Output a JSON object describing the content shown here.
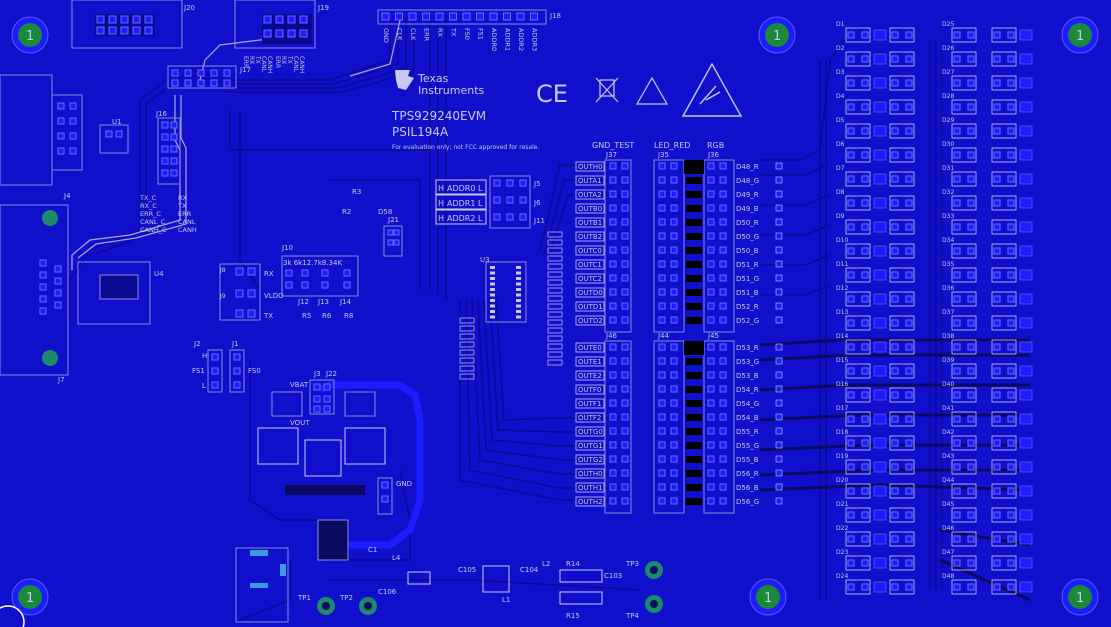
{
  "logo": {
    "company_line1": "Texas",
    "company_line2": "Instruments"
  },
  "board": {
    "part_number": "TPS929240EVM",
    "pcb_id": "PSIL194A",
    "disclaimer": "For evaluation only; not FCC approved for resale."
  },
  "marks": {
    "ce": "CE"
  },
  "mounting_hole_label": "1",
  "headers_top": [
    {
      "ref": "J20"
    },
    {
      "ref": "J19"
    },
    {
      "ref": "J18"
    },
    {
      "ref": "J17"
    },
    {
      "ref": "J16"
    }
  ],
  "j18_pins": [
    "GND",
    "CLK",
    "CLK",
    "ERR",
    "RX",
    "TX",
    "FS0",
    "FS1",
    "ADDR0",
    "ADDR1",
    "ADDR2",
    "ADDR3"
  ],
  "j17_labels": [
    "ERR",
    "RX",
    "TX",
    "CANL",
    "CANH"
  ],
  "j19_labels": [
    "ERR",
    "RX",
    "TX",
    "CANL",
    "CANH"
  ],
  "j16_labels": [
    "TX_C",
    "RX_C",
    "ERR_C",
    "CANL_C",
    "CANH_C",
    "RX",
    "TX",
    "ERR",
    "CANL",
    "CANH"
  ],
  "addr_labels": [
    "ADDR0",
    "ADDR1",
    "ADDR2"
  ],
  "addr_side": {
    "h": "H",
    "l": "L"
  },
  "addr_headers": [
    "J5",
    "J6",
    "J11"
  ],
  "column_headers": {
    "gnd_test": "GND_TEST",
    "led_red": "LED_RED",
    "rgb": "RGB"
  },
  "header_refs": {
    "j37": "J37",
    "j35": "J35",
    "j36": "J36",
    "j46": "J46",
    "j44": "J44",
    "j45": "J45"
  },
  "outputs_top": [
    "OUTH0",
    "OUTA1",
    "OUTA2",
    "OUTB0",
    "OUTB1",
    "OUTB2",
    "OUTC0",
    "OUTC1",
    "OUTC2",
    "OUTD0",
    "OUTD1",
    "OUTD2"
  ],
  "outputs_bottom": [
    "OUTE0",
    "OUTE1",
    "OUTE2",
    "OUTF0",
    "OUTF1",
    "OUTF2",
    "OUTG0",
    "OUTG1",
    "OUTG2",
    "OUTH0",
    "OUTH1",
    "OUTH2"
  ],
  "rgb_top": [
    "D48_R",
    "D48_G",
    "D49_R",
    "D49_B",
    "D50_R",
    "D50_G",
    "D50_B",
    "D51_R",
    "D51_G",
    "D51_B",
    "D52_R",
    "D52_G"
  ],
  "rgb_bottom": [
    "D53_R",
    "D53_G",
    "D53_B",
    "D54_R",
    "D54_G",
    "D54_B",
    "D55_R",
    "D55_G",
    "D55_B",
    "D56_R",
    "D56_B",
    "D56_G"
  ],
  "small_labels": {
    "u1": "U1",
    "u3": "U3",
    "u4": "U4",
    "j4": "J4",
    "j7": "J7",
    "j3": "J3",
    "j22": "J22",
    "j1": "J1",
    "j2": "J2",
    "h": "H",
    "l": "L",
    "fs1": "FS1",
    "fs0": "FS0",
    "vbat": "VBAT",
    "vout": "VOUT",
    "gnd": "GND",
    "r3": "R3",
    "r2": "R2",
    "d58": "D58",
    "j21": "J21",
    "j10": "J10",
    "j12": "J12",
    "j13": "J13",
    "j14": "J14",
    "r_values": "3k 6k12.7k8.34K",
    "r5": "R5",
    "r6": "R6",
    "r8": "R8",
    "j8": "J8",
    "j9": "J9",
    "rx": "RX",
    "vldo": "VLDO",
    "tx": "TX",
    "tp1": "TP1",
    "tp2": "TP2",
    "tp3": "TP3",
    "tp4": "TP4",
    "l1": "L1",
    "l2": "L2",
    "l4": "L4",
    "r14": "R14",
    "r15": "R15",
    "c105": "C105",
    "c104": "C104",
    "c103": "C103",
    "c106": "C106",
    "c1": "C1"
  },
  "led_refs": [
    "D1",
    "D2",
    "D3",
    "D4",
    "D5",
    "D6",
    "D7",
    "D8",
    "D9",
    "D10",
    "D11",
    "D12",
    "D13",
    "D14",
    "D15",
    "D16",
    "D17",
    "D18",
    "D19",
    "D20",
    "D21",
    "D22",
    "D23",
    "D24"
  ],
  "led_refs_right": [
    "D25",
    "D26",
    "D27",
    "D28",
    "D29",
    "D30",
    "D31",
    "D32",
    "D33",
    "D34",
    "D35",
    "D36",
    "D37",
    "D38",
    "D39",
    "D40",
    "D41",
    "D42",
    "D43",
    "D44",
    "D45",
    "D46",
    "D47",
    "D48"
  ],
  "colors": {
    "board": "#1010cc",
    "silk": "#c8c8f0",
    "trace": "#0a0a90",
    "pad": "#1c1cff",
    "via": "#3a9ae0",
    "mount_green": "#1a8a3a"
  }
}
